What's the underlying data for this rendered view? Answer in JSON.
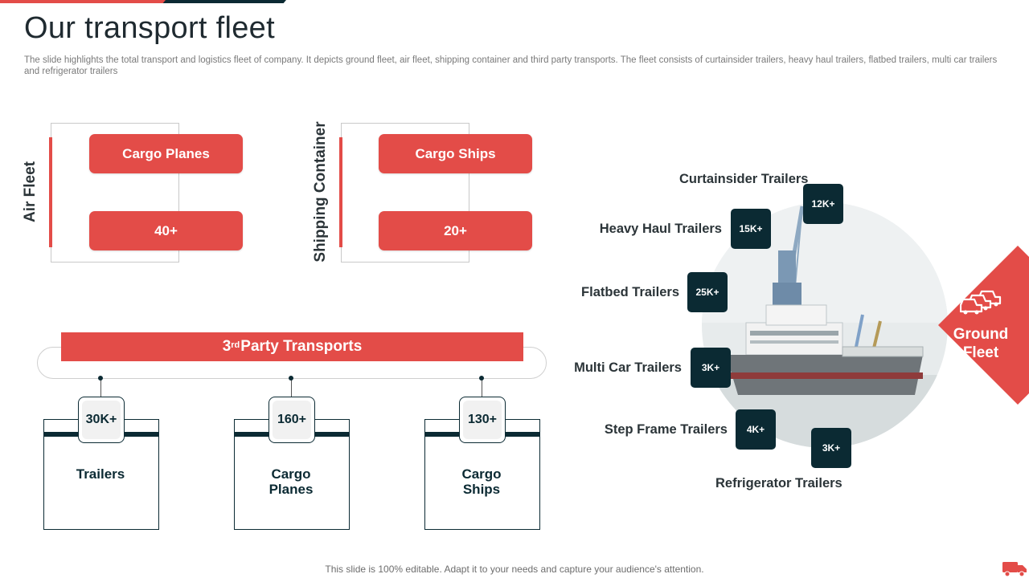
{
  "title": "Our transport fleet",
  "subtitle": "The slide highlights the total transport and logistics fleet of company. It depicts ground fleet, air fleet, shipping container and third party transports. The fleet consists of curtainsider trailers, heavy haul trailers, flatbed trailers, multi car trailers and refrigerator trailers",
  "air_fleet": {
    "label": "Air Fleet",
    "item": "Cargo Planes",
    "value": "40+"
  },
  "shipping_container": {
    "label": "Shipping Container",
    "item": "Cargo Ships",
    "value": "20+"
  },
  "third_party": {
    "title_sup": "rd",
    "title_num": "3",
    "title_text": " Party Transports",
    "cards": [
      {
        "value": "30K+",
        "label": "Trailers"
      },
      {
        "value": "160+",
        "label": "Cargo Planes"
      },
      {
        "value": "130+",
        "label": "Cargo Ships"
      }
    ]
  },
  "ground_fleet": {
    "label_line1": "Ground",
    "label_line2": "Fleet",
    "items": [
      {
        "name": "Curtainsider Trailers",
        "value": "12K+"
      },
      {
        "name": "Heavy Haul Trailers",
        "value": "15K+"
      },
      {
        "name": "Flatbed Trailers",
        "value": "25K+"
      },
      {
        "name": "Multi Car Trailers",
        "value": "3K+"
      },
      {
        "name": "Step Frame Trailers",
        "value": "4K+"
      },
      {
        "name": "Refrigerator Trailers",
        "value": "3K+"
      }
    ]
  },
  "footer": "This slide is 100% editable. Adapt it to your needs and capture your audience's attention.",
  "colors": {
    "accent": "#e34c48",
    "dark": "#0b2a33"
  }
}
